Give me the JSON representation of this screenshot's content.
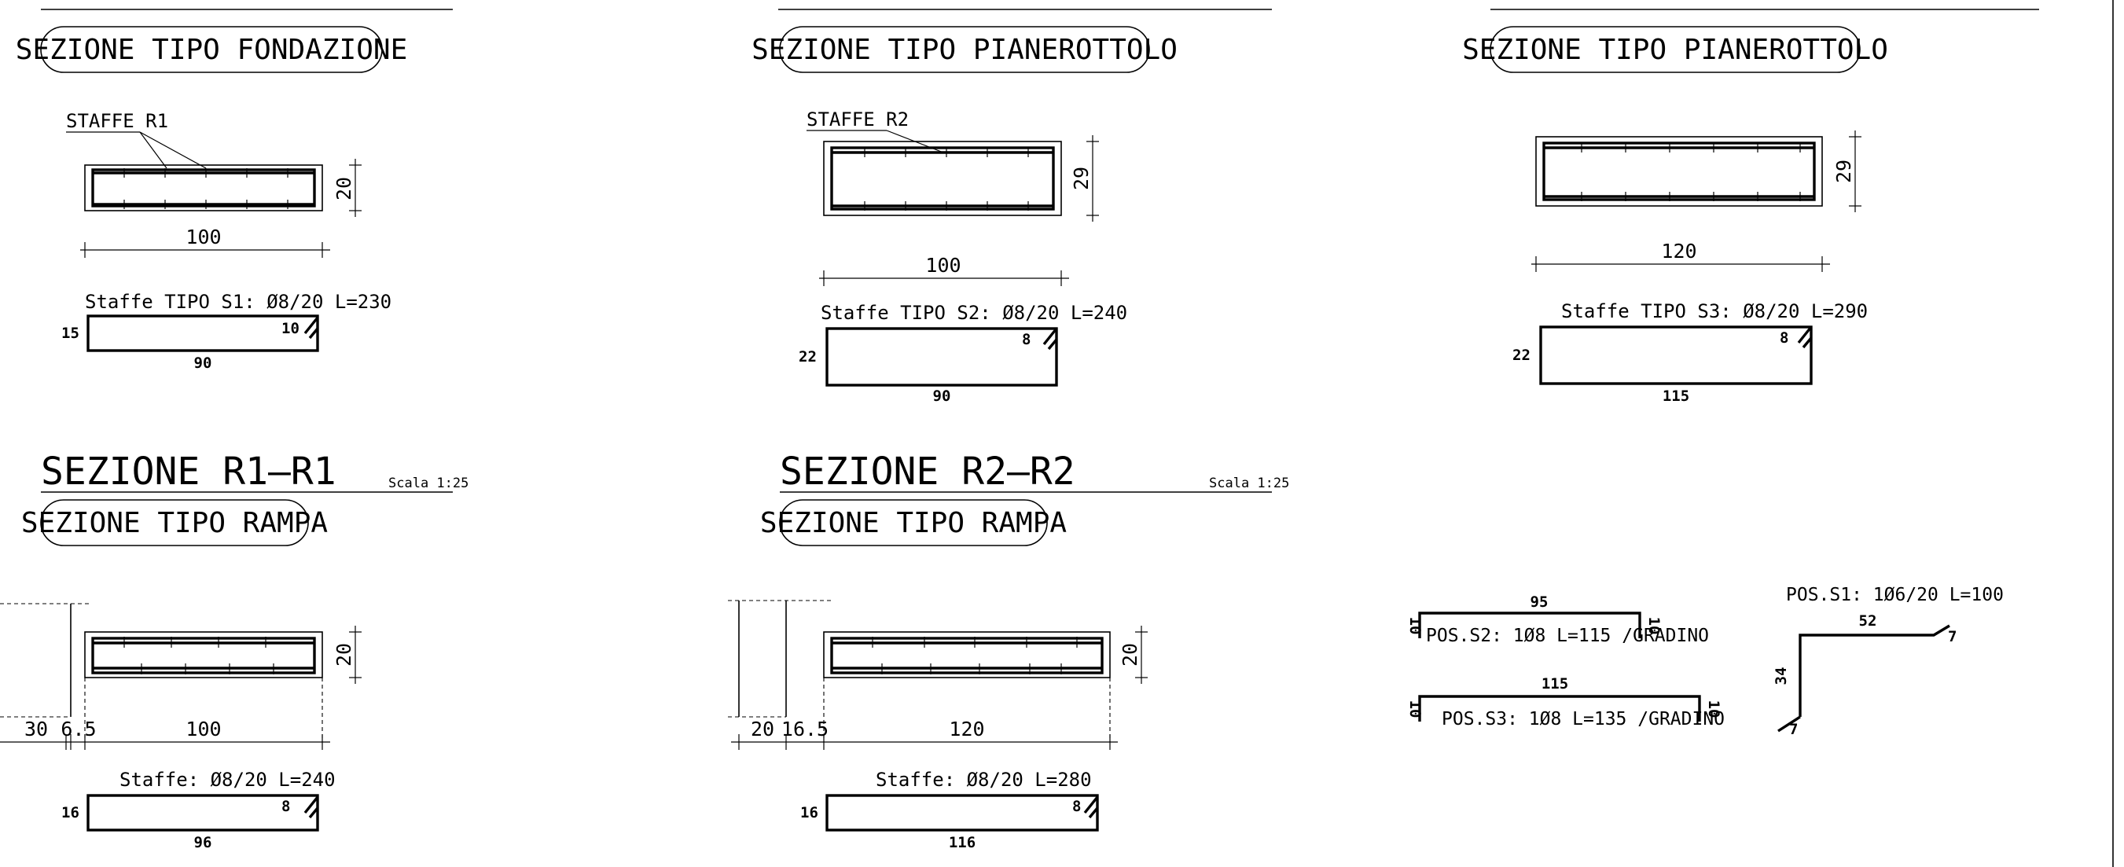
{
  "sections": [
    {
      "id": "fondazione",
      "header": "",
      "scale": "",
      "caption": "SEZIONE TIPO FONDAZIONE",
      "bar_label": "STAFFE R1",
      "width_dim": "100",
      "height_dim": "20",
      "stirrup": {
        "title": "Staffe TIPO S1: Ø8/20 L=230",
        "height": "15",
        "hook": "10",
        "length": "90"
      }
    },
    {
      "id": "pianerottolo-1",
      "header": "",
      "scale": "",
      "caption": "SEZIONE TIPO PIANEROTTOLO",
      "bar_label": "STAFFE R2",
      "width_dim": "100",
      "height_dim": "29",
      "stirrup": {
        "title": "Staffe TIPO S2: Ø8/20 L=240",
        "height": "22",
        "hook": "8",
        "length": "90"
      }
    },
    {
      "id": "pianerottolo-2",
      "header": "",
      "scale": "",
      "caption": "SEZIONE TIPO PIANEROTTOLO",
      "bar_label": "",
      "width_dim": "120",
      "height_dim": "29",
      "stirrup": {
        "title": "Staffe TIPO S3: Ø8/20 L=290",
        "height": "22",
        "hook": "8",
        "length": "115"
      }
    },
    {
      "id": "r1",
      "header": "SEZIONE R1–R1",
      "scale": "Scala 1:25",
      "caption": "SEZIONE TIPO RAMPA",
      "width_dim": "100",
      "height_dim": "20",
      "wall_dim": "30",
      "gap_dim": "6.5",
      "stirrup": {
        "title": "Staffe: Ø8/20 L=240",
        "height": "16",
        "hook": "8",
        "length": "96"
      }
    },
    {
      "id": "r2",
      "header": "SEZIONE R2–R2",
      "scale": "Scala 1:25",
      "caption": "SEZIONE TIPO RAMPA",
      "width_dim": "120",
      "height_dim": "20",
      "wall_dim": "20",
      "gap_dim": "16.5",
      "stirrup": {
        "title": "Staffe: Ø8/20 L=280",
        "height": "16",
        "hook": "8",
        "length": "116"
      }
    }
  ],
  "positions": {
    "s2": {
      "label": "POS.S2: 1Ø8 L=115 /GRADINO",
      "top": "95",
      "left": "10",
      "right": "10"
    },
    "s3": {
      "label": "POS.S3: 1Ø8 L=135 /GRADINO",
      "top": "115",
      "left": "10",
      "right": "10"
    },
    "s1": {
      "label": "POS.S1: 1Ø6/20 L=100",
      "top": "52",
      "side": "34",
      "hook_a": "7",
      "hook_b": "7"
    }
  },
  "colors": {
    "ink": "#000000",
    "paper": "#ffffff"
  }
}
